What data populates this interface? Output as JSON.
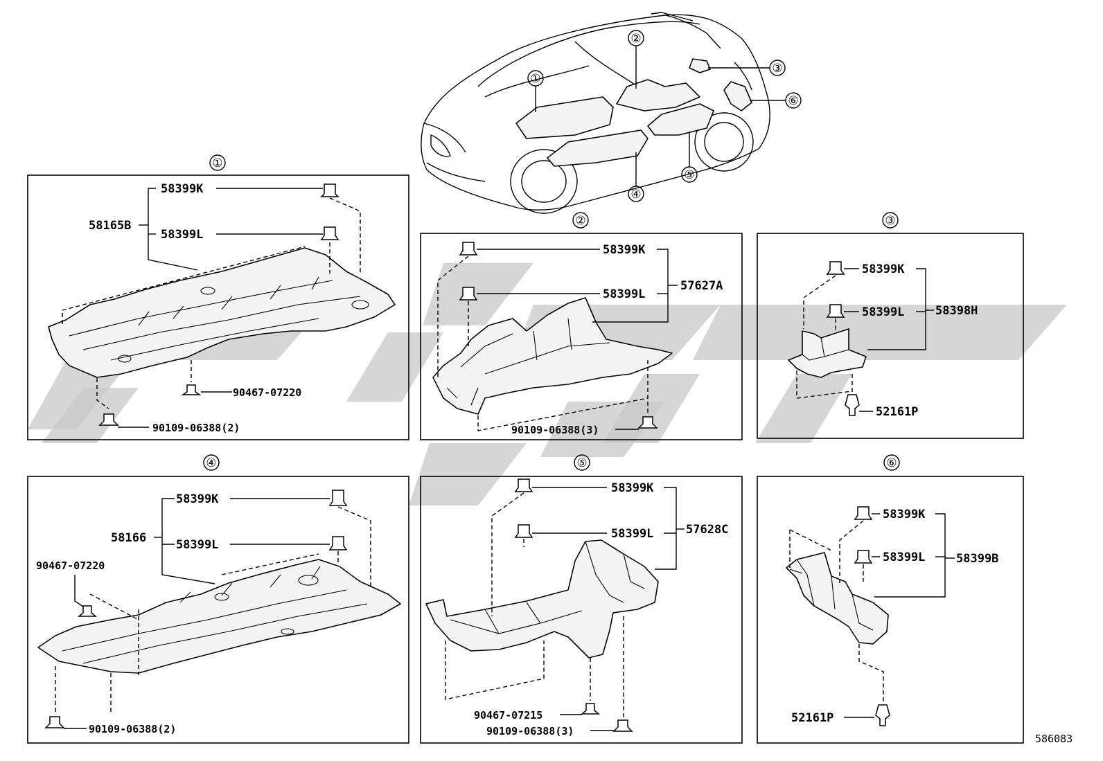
{
  "overview": {
    "callouts": [
      "①",
      "②",
      "③",
      "④",
      "⑤",
      "⑥"
    ]
  },
  "panels": [
    {
      "id": "1",
      "marker": "①",
      "assembly": "58165B",
      "labels": [
        "58399K",
        "58399L",
        "90467-07220",
        "90109-06388(2)"
      ]
    },
    {
      "id": "2",
      "marker": "②",
      "assembly": "57627A",
      "labels": [
        "58399K",
        "58399L",
        "90109-06388(3)"
      ]
    },
    {
      "id": "3",
      "marker": "③",
      "assembly": "58398H",
      "labels": [
        "58399K",
        "58399L",
        "52161P"
      ]
    },
    {
      "id": "4",
      "marker": "④",
      "assembly": "58166",
      "labels": [
        "58399K",
        "58399L",
        "90467-07220",
        "90109-06388(2)"
      ]
    },
    {
      "id": "5",
      "marker": "⑤",
      "assembly": "57628C",
      "labels": [
        "58399K",
        "58399L",
        "90467-07215",
        "90109-06388(3)"
      ]
    },
    {
      "id": "6",
      "marker": "⑥",
      "assembly": "58399B",
      "labels": [
        "58399K",
        "58399L",
        "52161P"
      ]
    }
  ],
  "figure_number": "586083"
}
